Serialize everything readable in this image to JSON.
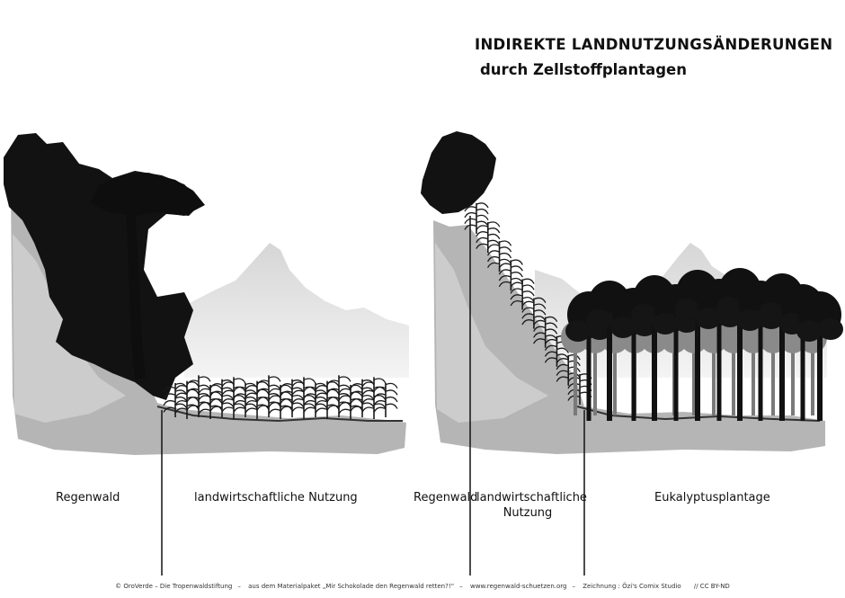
{
  "title": "INDIREKTE LANDNUTZUNGSÄNDERUNGEN",
  "subtitle": "durch Zellstoffplantagen",
  "left_panel": {
    "label_forest": "Regenwald",
    "label_agriculture": "landwirtschaftliche Nutzung"
  },
  "right_panel": {
    "label_forest": "Regenwald",
    "label_agriculture_line1": "landwirtschaftliche",
    "label_agriculture_line2": "Nutzung",
    "label_plantation": "Eukalyptusplantage"
  },
  "footer": {
    "credit": "© OroVerde – Die Tropenwaldstiftung",
    "source": "aus dem Materialpaket „Mir Schokolade den Regenwald retten?!“",
    "url": "www.regenwald-schuetzen.org",
    "drawing": "Zeichnung : Özi's Comix Studio",
    "license": "// CC BY-ND"
  },
  "colors": {
    "foliage": "#111111",
    "ground": "#b3b3b3",
    "mountain": "#cfcfcf",
    "mist": "#e6e6e6"
  }
}
